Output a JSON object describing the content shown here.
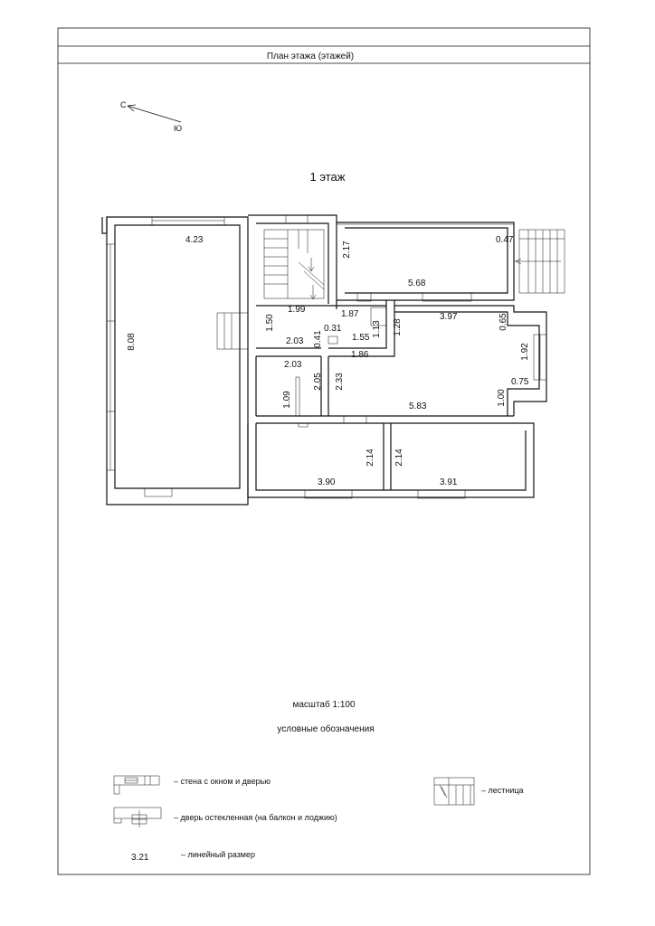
{
  "header": {
    "title": "План этажа (этажей)"
  },
  "compass": {
    "north": "С",
    "south": "Ю"
  },
  "floor": {
    "label": "1 этаж"
  },
  "dimensions": {
    "d_423": "4.23",
    "d_808": "8.08",
    "d_217": "2.17",
    "d_047": "0.47",
    "d_568": "5.68",
    "d_199": "1.99",
    "d_187": "1.87",
    "d_113": "1.13",
    "d_128": "1.28",
    "d_397": "3.97",
    "d_065": "0.65",
    "d_150": "1.50",
    "d_031": "0.31",
    "d_203a": "2.03",
    "d_041": "0.41",
    "d_155": "1.55",
    "d_192": "1.92",
    "d_186": "1.86",
    "d_203b": "2.03",
    "d_205": "2.05",
    "d_233": "2.33",
    "d_075": "0.75",
    "d_109": "1.09",
    "d_100": "1.00",
    "d_583": "5.83",
    "d_214a": "2.14",
    "d_214b": "2.14",
    "d_390": "3.90",
    "d_391": "3.91"
  },
  "scale": {
    "text": "масштаб 1:100"
  },
  "legend": {
    "title": "условные обозначения",
    "wall_window_door": "– стена с окном и дверью",
    "glazed_door": "– дверь остекленная (на балкон и лоджию)",
    "stairs": "– лестница",
    "linear_size_sample": "3.21",
    "linear_size": "– линейный размер"
  }
}
